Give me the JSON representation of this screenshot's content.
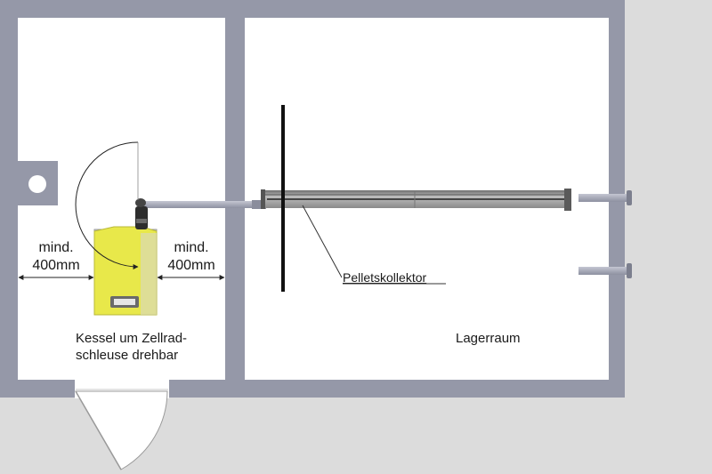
{
  "labels": {
    "min_left_line1": "mind.",
    "min_left_line2": "400mm",
    "min_right_line1": "mind.",
    "min_right_line2": "400mm",
    "kessel_line1": "Kessel um Zellrad-",
    "kessel_line2": "schleuse drehbar",
    "pellet_collector": "Pelletskollektor",
    "storage_room": "Lagerraum"
  },
  "colors": {
    "wall": "#9598a8",
    "room_floor": "#ffffff",
    "background": "#dcdcdc",
    "boiler_yellow": "#e8e84a",
    "boiler_grey": "#cfcfcf",
    "pipe": "#a6a8b8",
    "collector_tube": "#b4b4b4",
    "partition_bar": "#111111"
  },
  "icons": {
    "boiler": "pellet-boiler-icon",
    "rotary_valve": "rotary-valve-icon",
    "door": "door-swing-icon",
    "wall_opening": "chimney-connection-icon"
  }
}
